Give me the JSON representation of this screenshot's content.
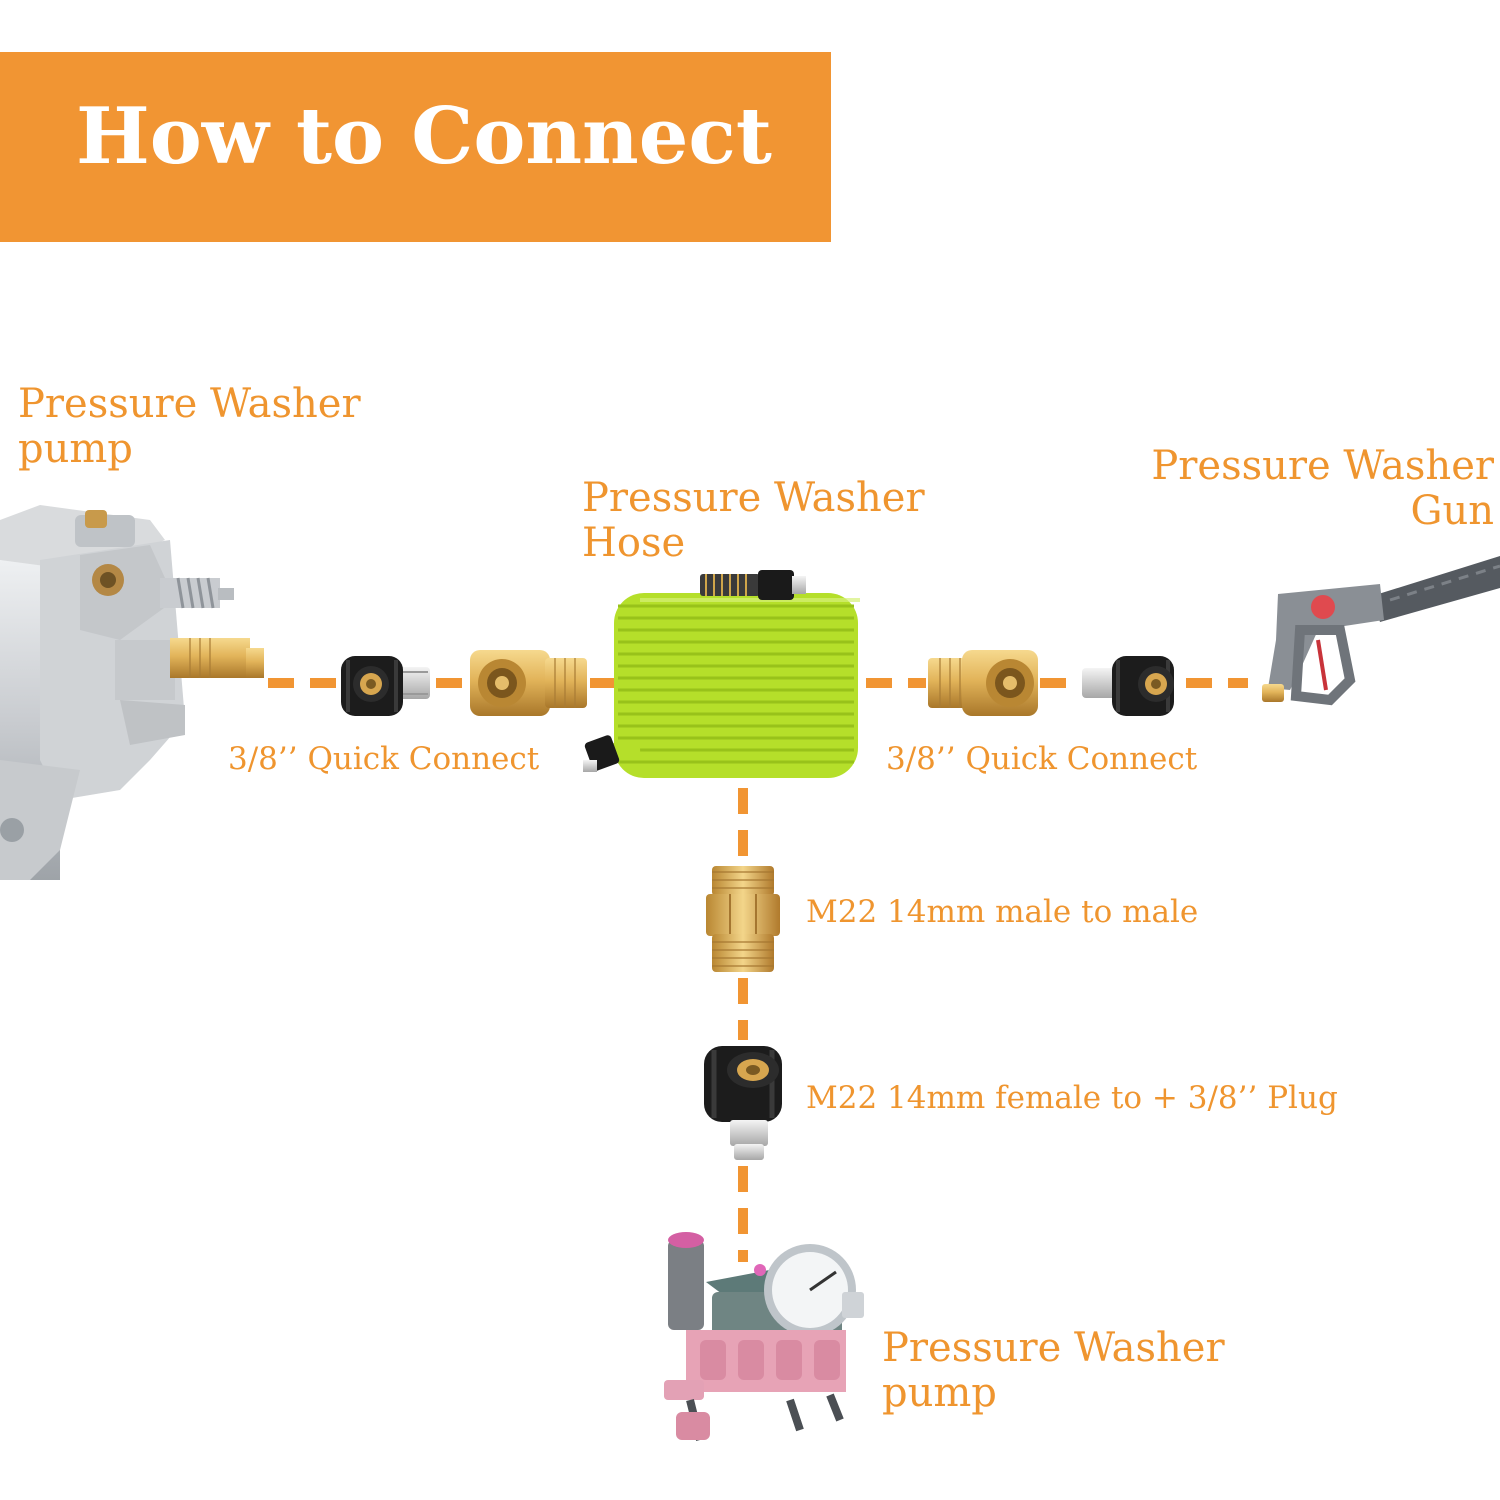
{
  "header": {
    "title": "How to Connect"
  },
  "labels": {
    "pump_left": [
      "Pressure Washer",
      "pump"
    ],
    "hose": [
      "Pressure Washer",
      "Hose"
    ],
    "gun": [
      "Pressure Washer",
      "Gun"
    ],
    "qc_left": "3/8’’ Quick Connect",
    "qc_right": "3/8’’ Quick Connect",
    "m22_male": "M22 14mm male to male",
    "m22_female": "M22 14mm female to + 3/8’’ Plug",
    "pump_bottom": [
      "Pressure Washer",
      "pump"
    ]
  },
  "colors": {
    "accent": "#f19533",
    "label": "#ef952f",
    "hose_green": "#b7e22a",
    "brass": "#e2b45a",
    "black_fitting": "#1c1c1c"
  },
  "icons": [
    "pump-left-icon",
    "quick-coupler-female-icon",
    "quick-coupler-brass-icon",
    "hose-reel-icon",
    "spray-gun-icon",
    "m22-male-adapter-icon",
    "m22-female-adapter-icon",
    "triplex-pump-icon"
  ]
}
